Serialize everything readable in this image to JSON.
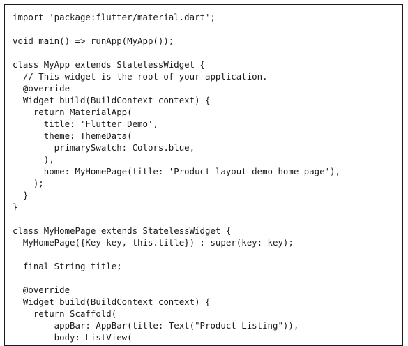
{
  "document": {
    "code_lines": [
      "import 'package:flutter/material.dart';",
      "",
      "void main() => runApp(MyApp());",
      "",
      "class MyApp extends StatelessWidget {",
      "  // This widget is the root of your application.",
      "  @override",
      "  Widget build(BuildContext context) {",
      "    return MaterialApp(",
      "      title: 'Flutter Demo',",
      "      theme: ThemeData(",
      "        primarySwatch: Colors.blue,",
      "      ),",
      "      home: MyHomePage(title: 'Product layout demo home page'),",
      "    );",
      "  }",
      "}",
      "",
      "class MyHomePage extends StatelessWidget {",
      "  MyHomePage({Key key, this.title}) : super(key: key);",
      "",
      "  final String title;",
      "",
      "  @override",
      "  Widget build(BuildContext context) {",
      "    return Scaffold(",
      "        appBar: AppBar(title: Text(\"Product Listing\")),",
      "        body: ListView("
    ]
  }
}
